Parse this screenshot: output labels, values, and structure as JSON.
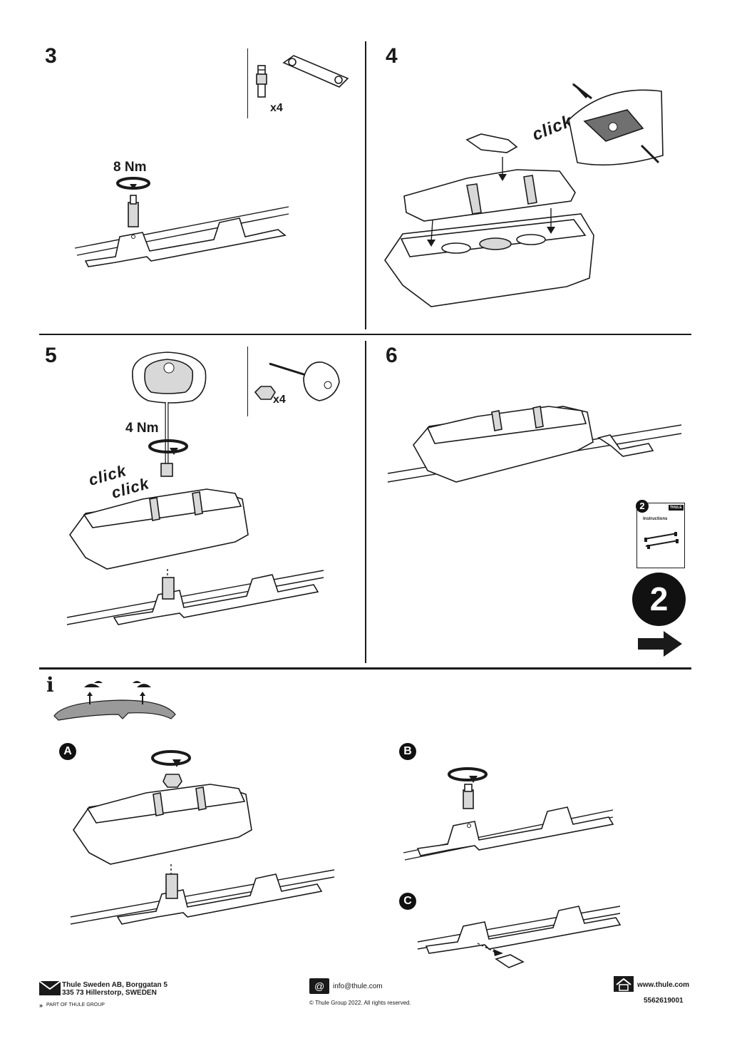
{
  "steps": {
    "s3": {
      "number": "3",
      "torque": "8 Nm",
      "qty": "x4"
    },
    "s4": {
      "number": "4",
      "click": "click"
    },
    "s5": {
      "number": "5",
      "torque": "4 Nm",
      "qty": "x4",
      "click1": "click",
      "click2": "click"
    },
    "s6": {
      "number": "6"
    }
  },
  "next_booklet": {
    "badge": "2",
    "brand": "THULE",
    "title": "Instructions",
    "big_number": "2"
  },
  "info": {
    "icon": "info-icon",
    "parts": {
      "a": "A",
      "b": "B",
      "c": "C"
    }
  },
  "footer": {
    "address_line1": "Thule Sweden AB, Borggatan 5",
    "address_line2": "335 73 Hillerstorp, SWEDEN",
    "part_of": "PART OF THULE GROUP",
    "email": "info@thule.com",
    "copyright": "© Thule Group 2022. All rights reserved.",
    "website": "www.thule.com",
    "doc_number": "5562619001"
  }
}
